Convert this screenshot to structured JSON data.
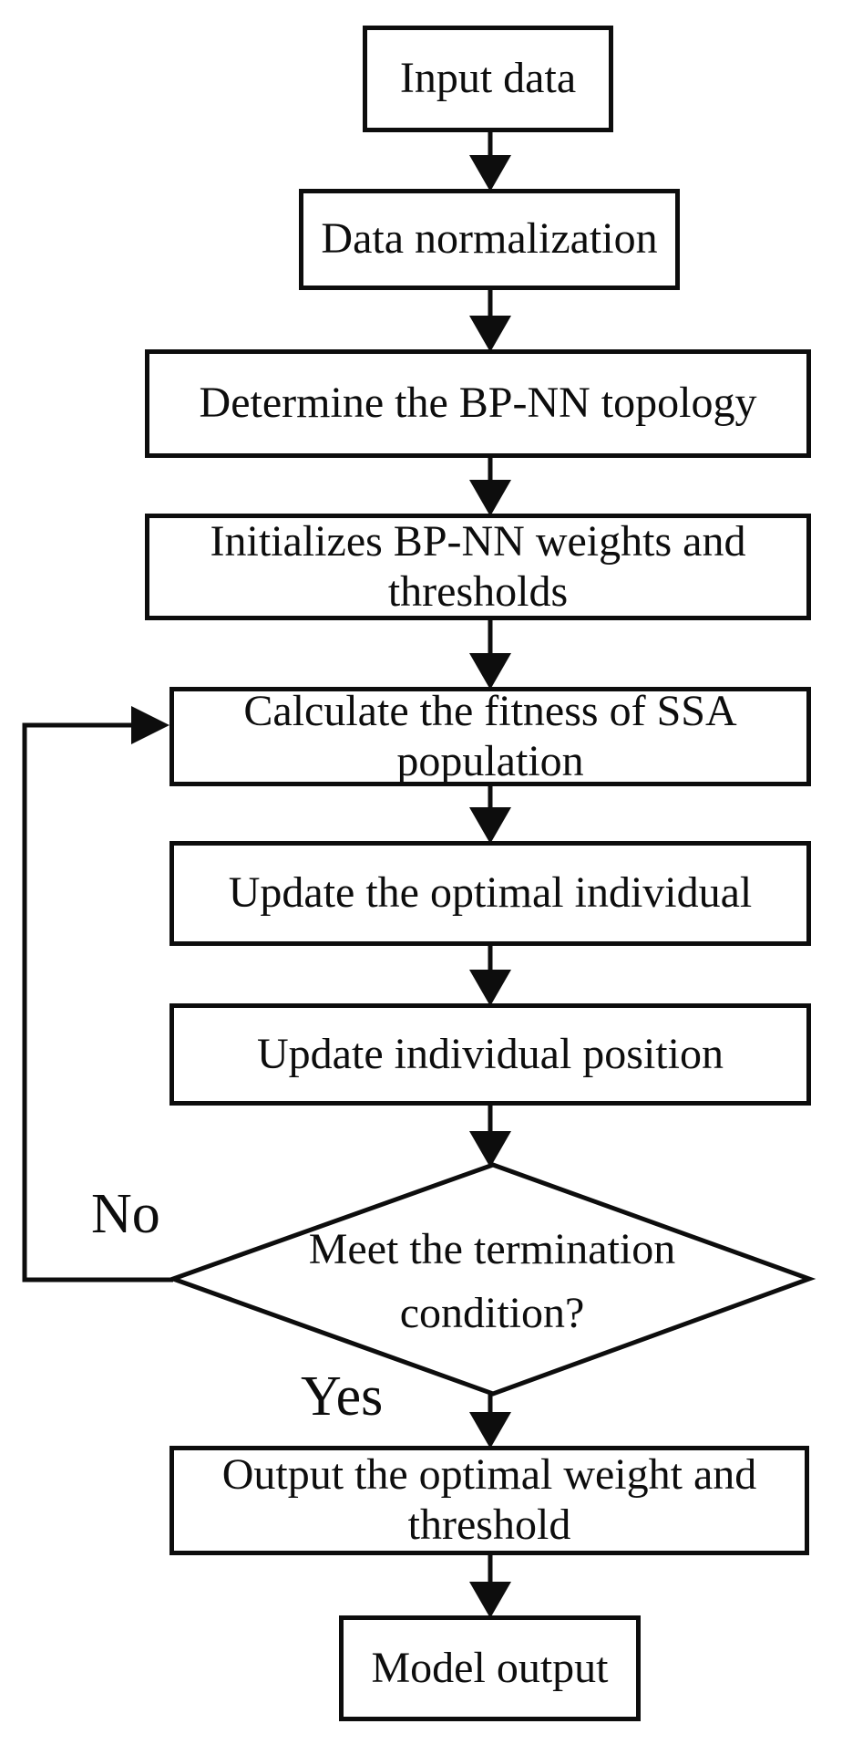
{
  "colors": {
    "background": "#ffffff",
    "line": "#0d0d0d",
    "text": "#0d0d0d",
    "node_fill": "#ffffff"
  },
  "flowchart": {
    "title": "SSA-BP-NN flowchart",
    "nodes": [
      {
        "id": "input-data",
        "shape": "rect",
        "label": "Input data"
      },
      {
        "id": "data-normalization",
        "shape": "rect",
        "label": "Data normalization"
      },
      {
        "id": "determine-topology",
        "shape": "rect",
        "label": "Determine the BP-NN topology"
      },
      {
        "id": "initialize-weights",
        "shape": "rect",
        "label": "Initializes BP-NN weights and thresholds"
      },
      {
        "id": "calculate-fitness",
        "shape": "rect",
        "label": "Calculate the fitness of SSA population"
      },
      {
        "id": "update-optimal",
        "shape": "rect",
        "label": "Update the optimal individual"
      },
      {
        "id": "update-position",
        "shape": "rect",
        "label": "Update individual position"
      },
      {
        "id": "termination-decision",
        "shape": "diamond",
        "label": "Meet the termination condition?"
      },
      {
        "id": "output-weight",
        "shape": "rect",
        "label": "Output the optimal weight and threshold"
      },
      {
        "id": "model-output",
        "shape": "rect",
        "label": "Model output"
      }
    ],
    "edge_labels": {
      "no": "No",
      "yes": "Yes"
    }
  }
}
